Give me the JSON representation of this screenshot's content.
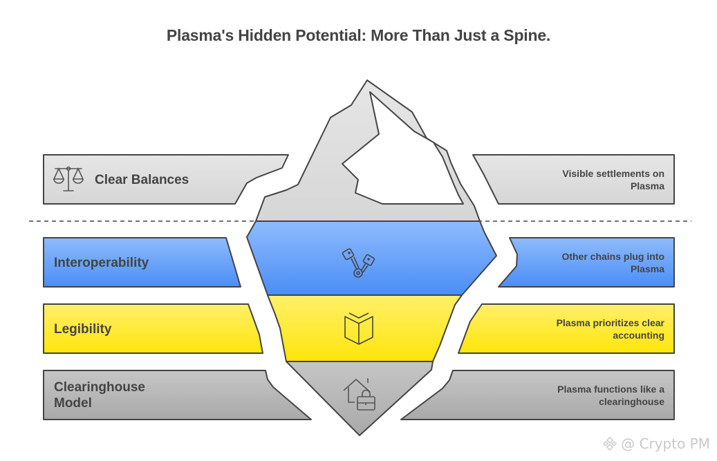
{
  "title": "Plasma's Hidden Potential: More Than Just a Spine.",
  "layers": [
    {
      "id": "clear-balances",
      "label": "Clear Balances",
      "description": "Visible settlements on Plasma",
      "icon": "scales-icon",
      "color": "#dcdcdc",
      "zone": "above-water"
    },
    {
      "id": "interoperability",
      "label": "Interoperability",
      "description": "Other chains plug into Plasma",
      "icon": "pistons-gear-icon",
      "color": "#5b9bf8",
      "zone": "below-water"
    },
    {
      "id": "legibility",
      "label": "Legibility",
      "description": "Plasma prioritizes clear accounting",
      "icon": "open-book-icon",
      "color": "#ffe81a",
      "zone": "below-water"
    },
    {
      "id": "clearinghouse-model",
      "label": "Clearinghouse Model",
      "description": "Plasma functions like a clearinghouse",
      "icon": "house-briefcase-icon",
      "color": "#b5b5b5",
      "zone": "below-water"
    }
  ],
  "watermark": {
    "icon": "binance-logo-icon",
    "text": "@ Crypto PM"
  }
}
